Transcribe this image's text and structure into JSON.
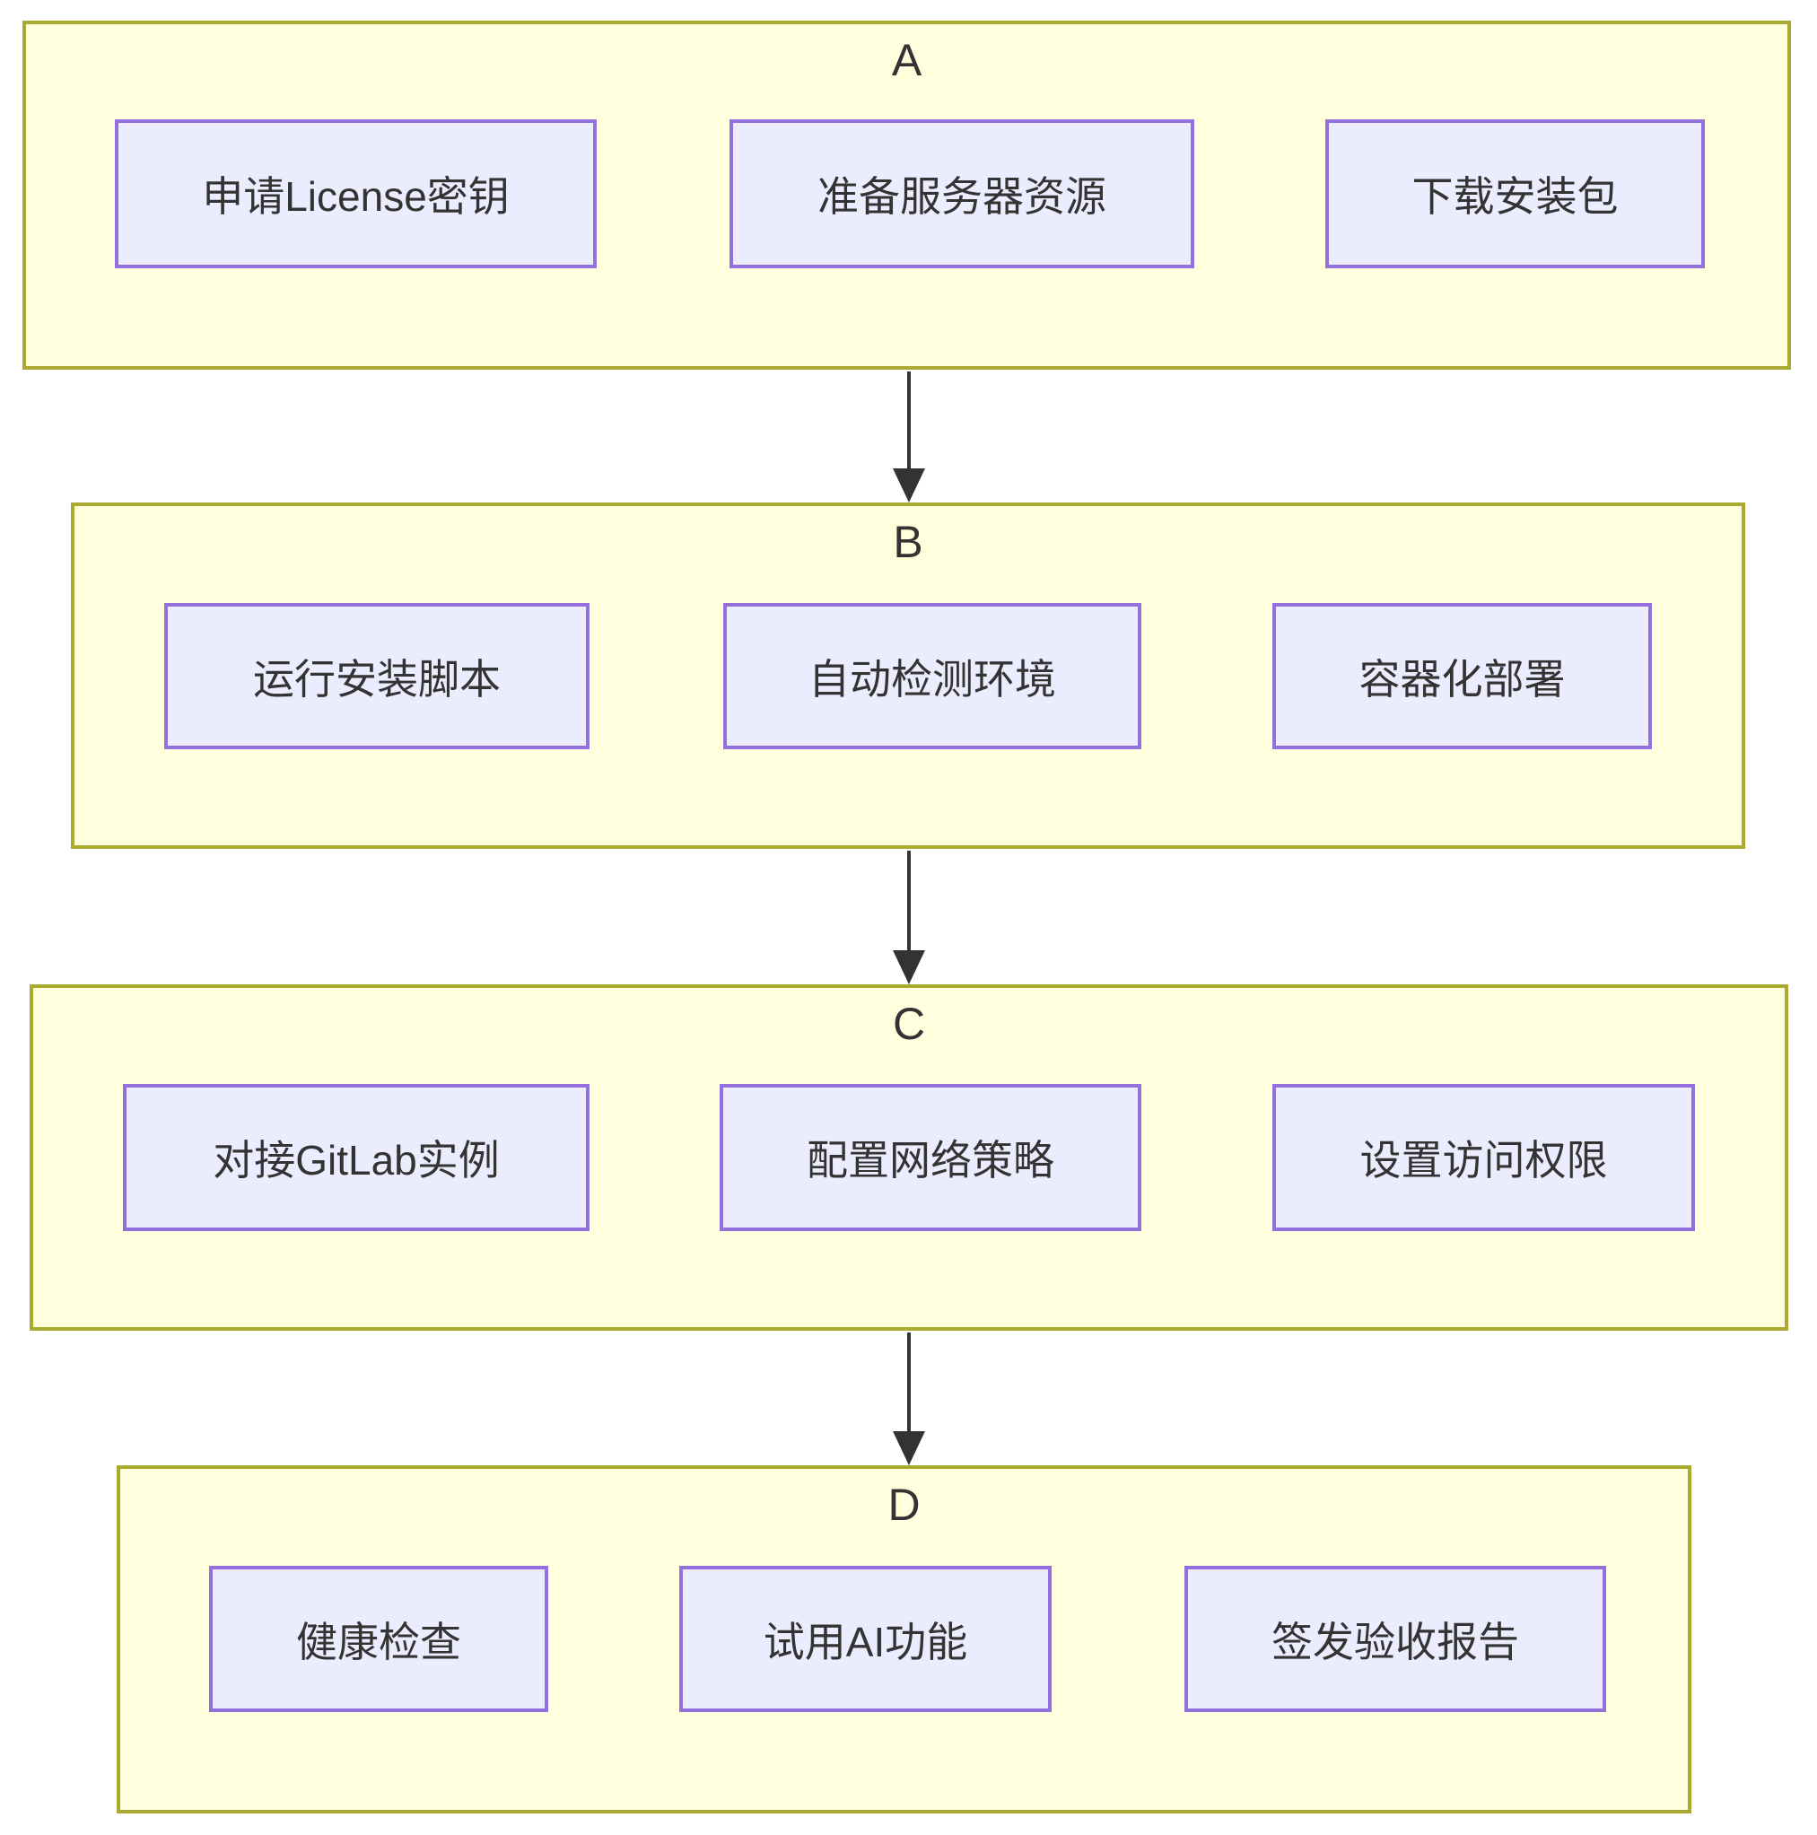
{
  "diagram": {
    "type": "flowchart",
    "direction": "top-to-bottom",
    "sections": [
      {
        "id": "A",
        "label": "A",
        "nodes": [
          {
            "label": "申请License密钥"
          },
          {
            "label": "准备服务器资源"
          },
          {
            "label": "下载安装包"
          }
        ]
      },
      {
        "id": "B",
        "label": "B",
        "nodes": [
          {
            "label": "运行安装脚本"
          },
          {
            "label": "自动检测环境"
          },
          {
            "label": "容器化部署"
          }
        ]
      },
      {
        "id": "C",
        "label": "C",
        "nodes": [
          {
            "label": "对接GitLab实例"
          },
          {
            "label": "配置网络策略"
          },
          {
            "label": "设置访问权限"
          }
        ]
      },
      {
        "id": "D",
        "label": "D",
        "nodes": [
          {
            "label": "健康检查"
          },
          {
            "label": "试用AI功能"
          },
          {
            "label": "签发验收报告"
          }
        ]
      }
    ],
    "edges": [
      {
        "from": "A",
        "to": "B"
      },
      {
        "from": "B",
        "to": "C"
      },
      {
        "from": "C",
        "to": "D"
      }
    ],
    "colors": {
      "background": "#ffffff",
      "section_fill": "#ffffde",
      "section_border": "#aaaa33",
      "node_fill": "#ececff",
      "node_border": "#9370db",
      "text": "#333333",
      "arrow": "#333333"
    }
  }
}
